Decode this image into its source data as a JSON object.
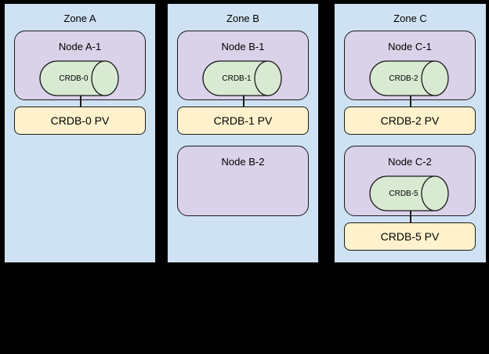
{
  "palette": {
    "background": "#000000",
    "zone_fill": "#cfe2f3",
    "node_fill": "#d9d2e9",
    "cylinder_fill": "#d9ead3",
    "pv_fill": "#fff2cc",
    "border": "#1a1a1a"
  },
  "zones": [
    {
      "label": "Zone A",
      "groups": [
        {
          "node_label": "Node A-1",
          "cylinder_label": "CRDB-0",
          "pv_label": "CRDB-0 PV"
        }
      ]
    },
    {
      "label": "Zone B",
      "groups": [
        {
          "node_label": "Node B-1",
          "cylinder_label": "CRDB-1",
          "pv_label": "CRDB-1 PV"
        },
        {
          "node_label": "Node B-2"
        }
      ]
    },
    {
      "label": "Zone C",
      "groups": [
        {
          "node_label": "Node C-1",
          "cylinder_label": "CRDB-2",
          "pv_label": "CRDB-2 PV"
        },
        {
          "node_label": "Node C-2",
          "cylinder_label": "CRDB-5",
          "pv_label": "CRDB-5 PV"
        }
      ]
    }
  ]
}
